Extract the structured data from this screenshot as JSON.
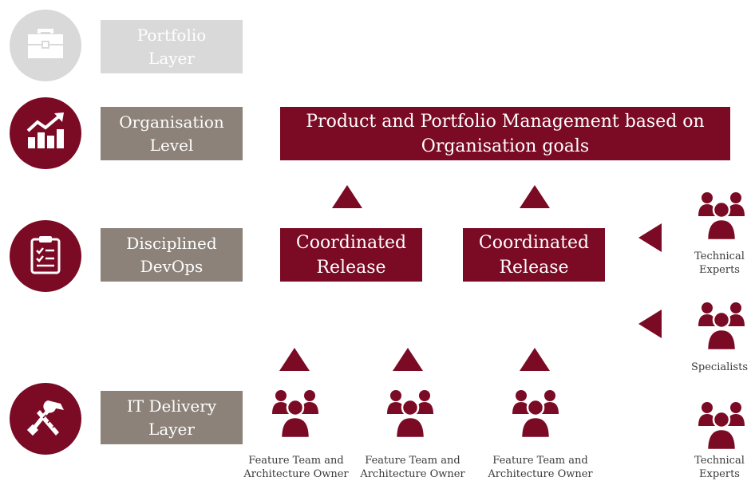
{
  "colors": {
    "maroon": "#7b0a24",
    "grey_box": "#8c8279",
    "faded": "#d9d9d9"
  },
  "layers": [
    {
      "icon": "briefcase-icon",
      "label": "Portfolio\nLayer"
    },
    {
      "icon": "bar-chart-growth-icon",
      "label": "Organisation\nLevel"
    },
    {
      "icon": "clipboard-checklist-icon",
      "label": "Disciplined\nDevOps"
    },
    {
      "icon": "tools-icon",
      "label": "IT Delivery\nLayer"
    }
  ],
  "management_box": "Product and Portfolio Management based on\nOrganisation goals",
  "releases": [
    "Coordinated\nRelease",
    "Coordinated\nRelease"
  ],
  "teams": [
    "Feature Team and\nArchitecture Owner",
    "Feature Team and\nArchitecture Owner",
    "Feature Team and\nArchitecture Owner"
  ],
  "side_groups": [
    "Technical\nExperts",
    "Specialists",
    "Technical\nExperts"
  ]
}
